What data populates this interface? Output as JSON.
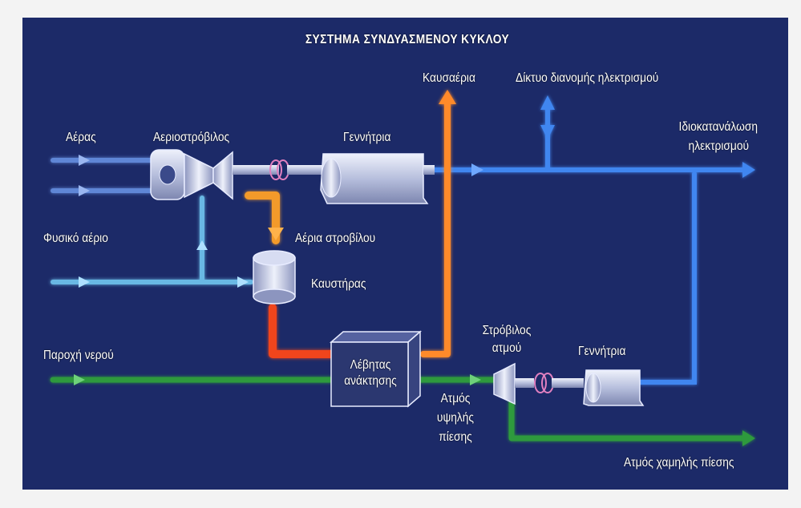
{
  "title": "ΣΥΣΤΗΜΑ ΣΥΝΔΥΑΣΜΕΝΟΥ ΚΥΚΛΟΥ",
  "labels": {
    "air": "Αέρας",
    "gas_turbine": "Αεριοστρόβιλος",
    "generator1": "Γεννήτρια",
    "flue_gas": "Καυσαέρια",
    "grid": "Δίκτυο διανομής ηλεκτρισμού",
    "self_consumption_1": "Ιδιοκατανάλωση",
    "self_consumption_2": "ηλεκτρισμού",
    "natural_gas": "Φυσικό αέριο",
    "turbine_gases": "Αέρια στροβίλου",
    "burner": "Καυστήρας",
    "water_supply": "Παροχή νερού",
    "boiler_1": "Λέβητας",
    "boiler_2": "ανάκτησης",
    "steam_turbine_1": "Στρόβιλος",
    "steam_turbine_2": "ατμού",
    "generator2": "Γεννήτρια",
    "hp_steam_1": "Ατμός",
    "hp_steam_2": "υψηλής",
    "hp_steam_3": "πίεσης",
    "lp_steam": "Ατμός χαμηλής πίεσης"
  },
  "colors": {
    "background": "#1c2a68",
    "electric": "#3f86f0",
    "air": "#5f86d6",
    "natural_gas": "#69b8e4",
    "hot_gas": "#f06a1c",
    "flue": "#ff8a2a",
    "water": "#2f9a3c",
    "machine": "#c9d0ea",
    "coupling": "#e080c0"
  }
}
